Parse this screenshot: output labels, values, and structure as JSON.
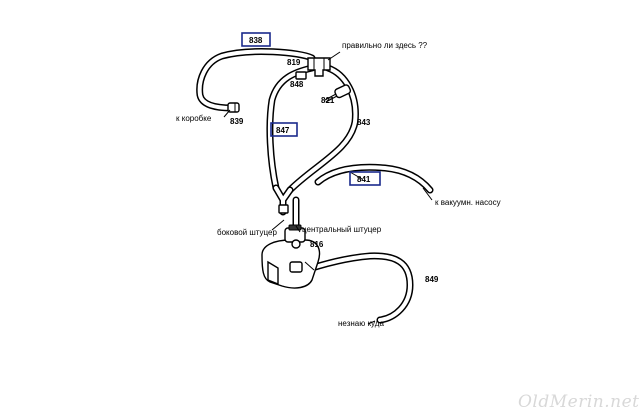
{
  "parts": {
    "p838": "838",
    "p819": "819",
    "p848": "848",
    "p821": "821",
    "p839": "839",
    "p847": "847",
    "p843": "843",
    "p841": "841",
    "p849": "849",
    "p816": "816"
  },
  "notes": {
    "question": "правильно ли здесь ??",
    "to_box": "к коробке",
    "to_vacuum_pump": "к вакуумн. насосу",
    "side_fitting": "боковой штуцер",
    "central_fitting": "центральный штуцер",
    "unknown": "незнаю куда"
  },
  "highlight_color": "#1a2a8c",
  "watermark": "OldMerin.net"
}
